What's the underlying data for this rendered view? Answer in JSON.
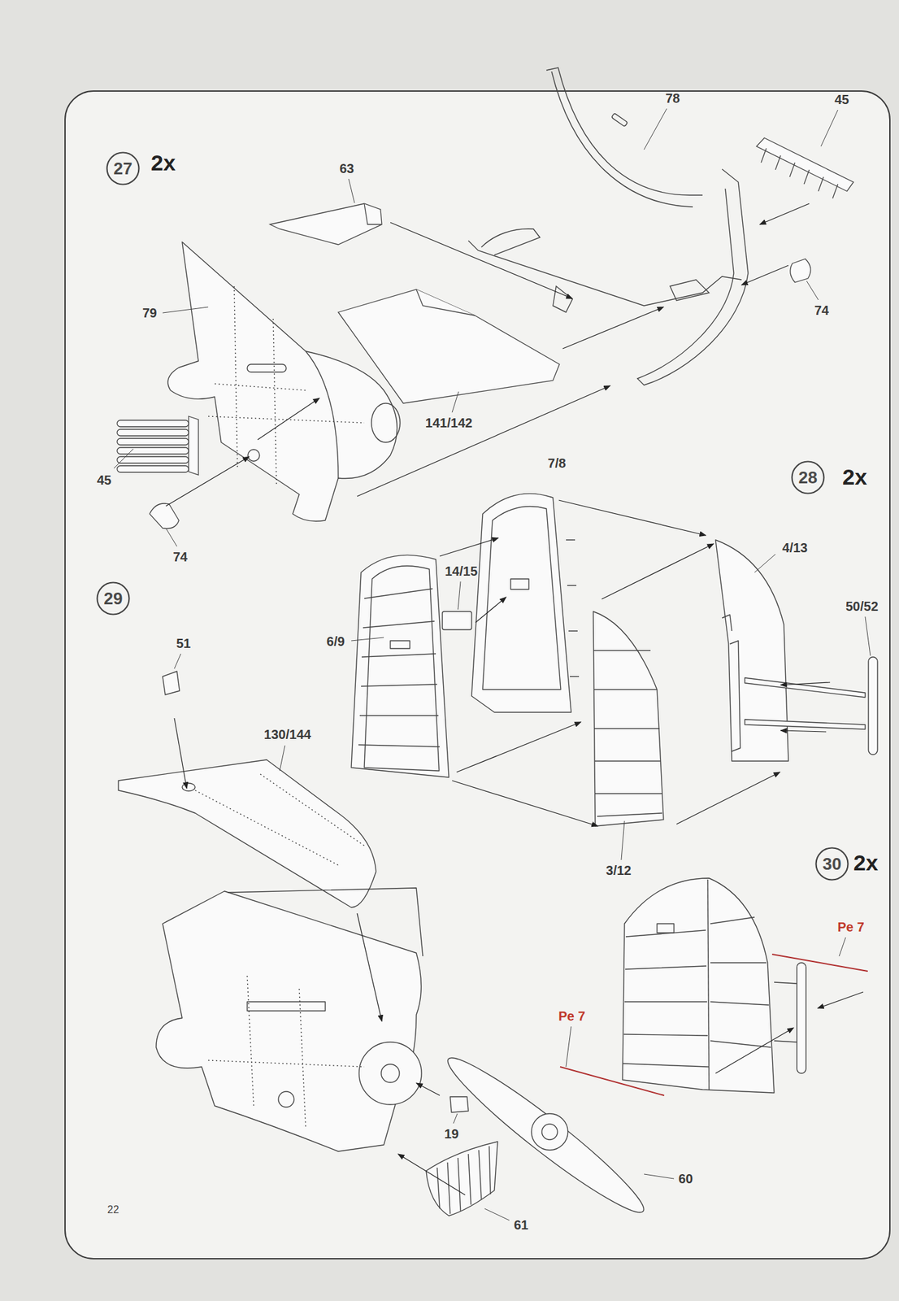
{
  "diagram": {
    "nodes": [
      {
        "text": [
          "27"
        ]
      },
      {
        "text": [
          "28"
        ]
      },
      {
        "text": [
          "29"
        ]
      },
      {
        "text": [
          "30"
        ]
      }
    ],
    "labels": [
      "2x",
      "63",
      "78",
      "45",
      "74",
      "79",
      "141/142",
      "45",
      "74",
      "7/8",
      "2x",
      "4/13",
      "14/15",
      "6/9",
      "50/52",
      "51",
      "130/144",
      "3/12",
      "2x",
      "Pe 7",
      "Pe 7",
      "19",
      "60",
      "61",
      "22"
    ]
  }
}
